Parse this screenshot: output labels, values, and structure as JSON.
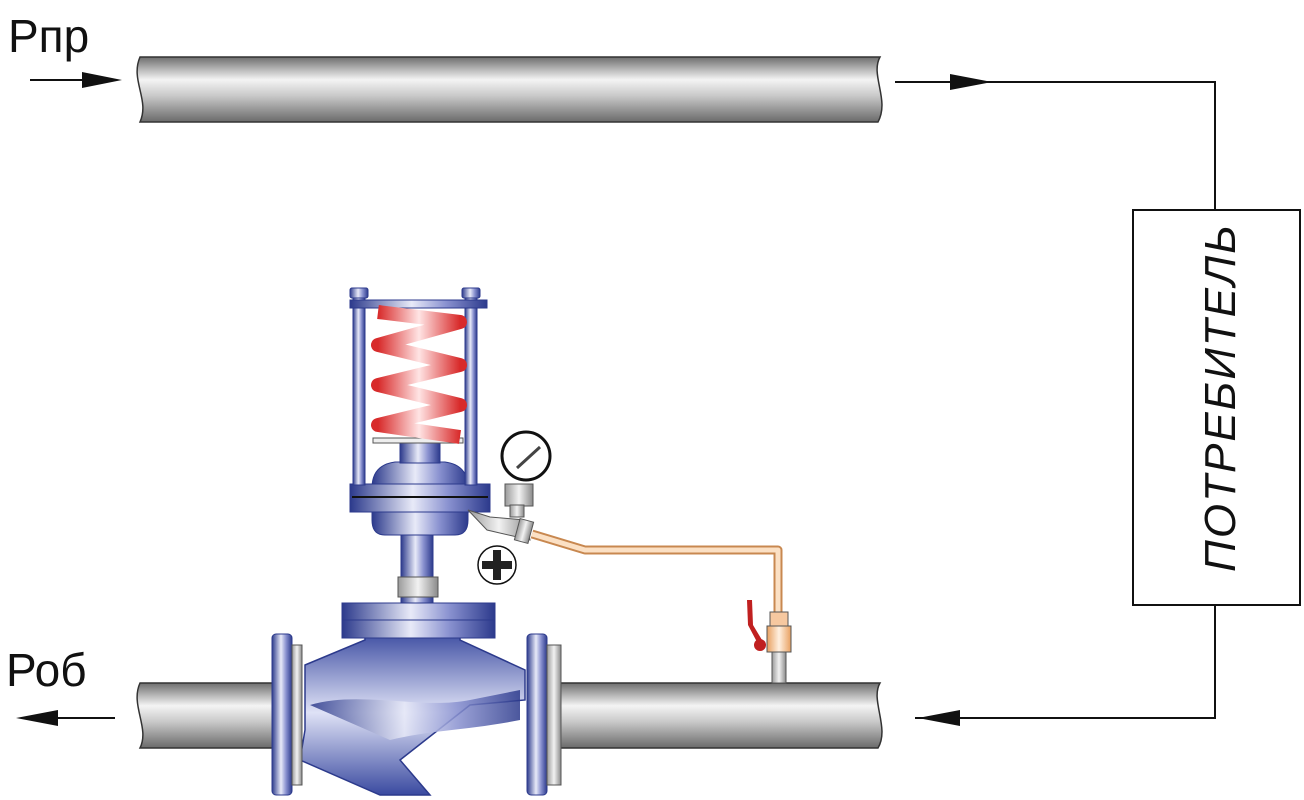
{
  "labels": {
    "supply_pressure": "Рпр",
    "return_pressure": "Роб",
    "consumer": "ПОТРЕБИТЕЛЬ",
    "plus_sign": "+"
  },
  "colors": {
    "pipe": "#9a9a9a",
    "valve_body": "#3a4aa0",
    "spring": "#e03a3a",
    "impulse_tube": "#f0c090",
    "line": "#111111"
  }
}
